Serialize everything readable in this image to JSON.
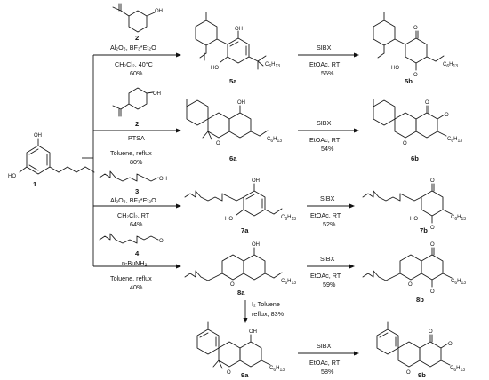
{
  "scheme": {
    "compounds": {
      "c1": "1",
      "c2a": "2",
      "c2b": "2",
      "c3": "3",
      "c4": "4",
      "c5a": "5a",
      "c5b": "5b",
      "c6a": "6a",
      "c6b": "6b",
      "c7a": "7a",
      "c7b": "7b",
      "c8a": "8a",
      "c8b": "8b",
      "c9a": "9a",
      "c9b": "9b"
    },
    "atoms": {
      "OH": "OH",
      "HO": "HO",
      "O": "O",
      "C6H13_main": "C",
      "C6H13_sub": "6",
      "C6H13_tail": "H",
      "C6H13_sub2": "13"
    },
    "conditions": {
      "r1_line1": "Al₂O₃, BF₃*Et₂O",
      "r1_line2": "CH₂Cl₂, 40°C",
      "r1_yield": "60%",
      "r2_line1": "PTSA",
      "r2_line2": "Toluene,  reflux",
      "r2_yield": "80%",
      "r3_line1": "Al₂O₃, BF₃*Et₂O",
      "r3_line2": "CH₂Cl₂, RT",
      "r3_yield": "64%",
      "r4_line1": "n-BuNH₂",
      "r4_line2": "Toluene,  reflux",
      "r4_yield": "40%",
      "ox5_reagent": "SIBX",
      "ox5_cond": "EtOAc, RT",
      "ox5_yield": "56%",
      "ox6_reagent": "SIBX",
      "ox6_cond": "EtOAc, RT",
      "ox6_yield": "54%",
      "ox7_reagent": "SIBX",
      "ox7_cond": "EtOAc, RT",
      "ox7_yield": "52%",
      "ox8_reagent": "SIBX",
      "ox8_cond": "EtOAc, RT",
      "ox8_yield": "59%",
      "ox9_reagent": "SIBX",
      "ox9_cond": "EtOAc, RT",
      "ox9_yield": "58%",
      "cyc_line1": "I₂  Toluene",
      "cyc_line2": "reflux, 83%"
    }
  }
}
